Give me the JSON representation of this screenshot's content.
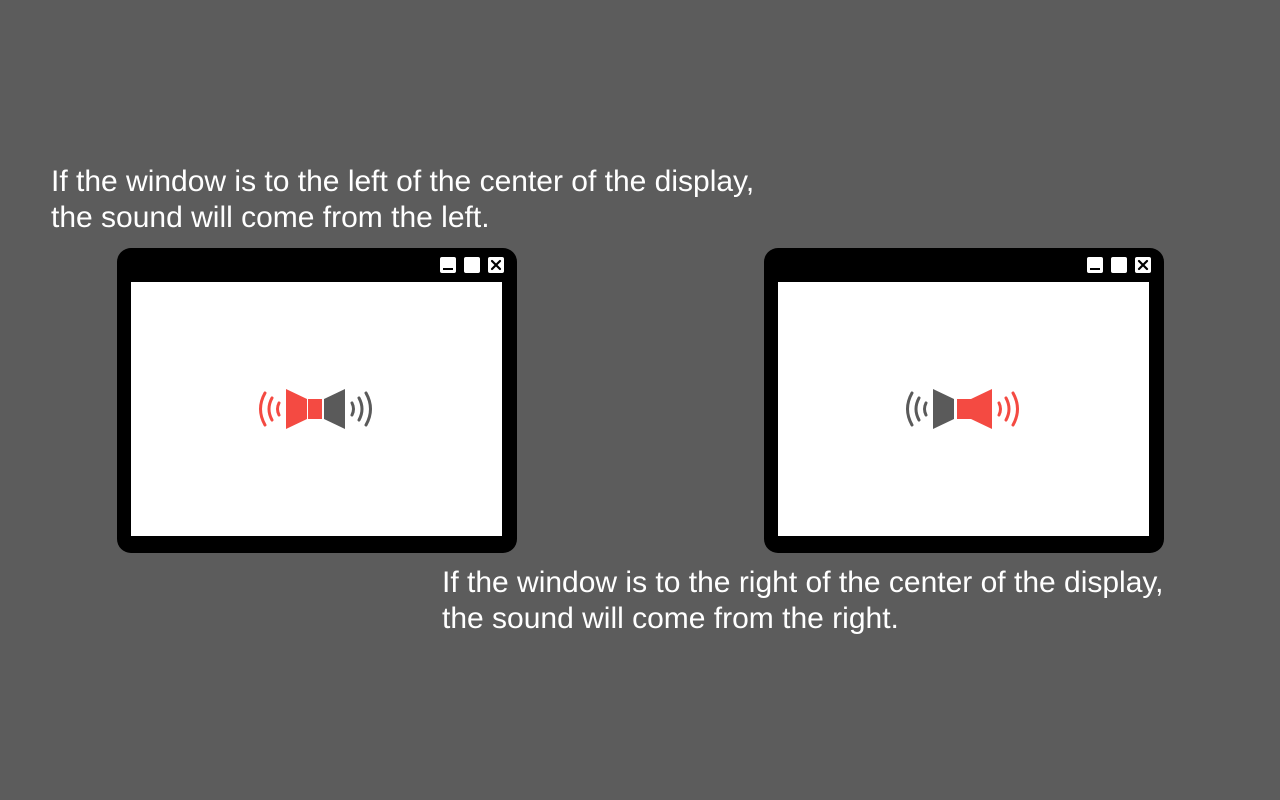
{
  "captions": {
    "left": {
      "line1": "If the window is to the left of the center of the display,",
      "line2": "the sound will come from the left."
    },
    "right": {
      "line1": "If the window is to the right of the center of the display,",
      "line2": "the sound will come from the right."
    }
  },
  "colors": {
    "background": "#5c5c5c",
    "window_frame": "#000000",
    "window_content": "#ffffff",
    "active_speaker": "#f44a42",
    "inactive_speaker": "#5a5a5a"
  },
  "windows": [
    {
      "id": "left",
      "active_side": "left",
      "icon": "stereo-speaker-icon"
    },
    {
      "id": "right",
      "active_side": "right",
      "icon": "stereo-speaker-icon"
    }
  ],
  "window_controls": [
    "minimize-icon",
    "maximize-icon",
    "close-icon"
  ]
}
